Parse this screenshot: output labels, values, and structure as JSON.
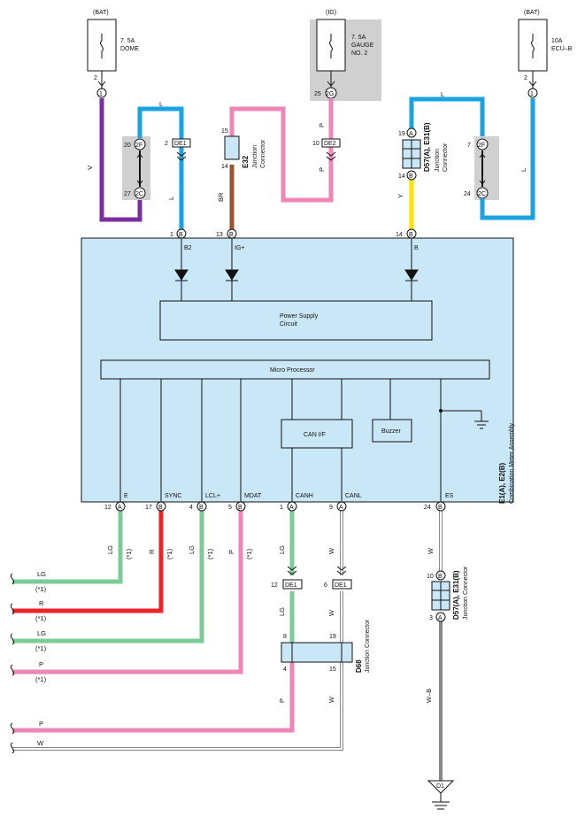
{
  "power": {
    "bat1": {
      "source": "(BAT)",
      "fuse": [
        "7. 5A",
        "DOME"
      ],
      "pin": "2",
      "term": "1"
    },
    "ig": {
      "source": "(IG)",
      "fuse": [
        "7. 5A",
        "GAUGE",
        "NO. 2"
      ],
      "pin": "25",
      "term": "2G"
    },
    "bat2": {
      "source": "(BAT)",
      "fuse": [
        "10A",
        "ECU–B"
      ],
      "pin": "2",
      "term": "1"
    }
  },
  "wire_colors": {
    "V": "V",
    "L": "L",
    "BR": "BR",
    "P": "P",
    "Y": "Y",
    "LG": "LG",
    "R": "R",
    "W": "W",
    "WB": "W–B"
  },
  "connectors": {
    "left_pair": {
      "top_pin": "20",
      "top_term": "2F",
      "bottom_pin": "27",
      "bottom_term": "2C"
    },
    "de1_top": {
      "pin": "2",
      "label": "DE1"
    },
    "e32": {
      "id": "E32",
      "sub": [
        "Junction",
        "Connector"
      ],
      "pin_top": "15",
      "pin_bottom": "14"
    },
    "de2": {
      "pin": "10",
      "label": "DE2"
    },
    "d57_top": {
      "id": "D57(A), E31(B)",
      "sub": [
        "Junction",
        "Connector"
      ],
      "pin_top": "19",
      "term_top": "A",
      "pin_bottom": "14",
      "term_bottom": "B"
    },
    "right_pair": {
      "top_pin": "7",
      "top_term": "2F",
      "bottom_pin": "24",
      "bottom_term": "2C"
    },
    "de1_canh": {
      "pin": "12",
      "label": "DE1"
    },
    "de1_canl": {
      "pin": "6",
      "label": "DE1"
    },
    "d68": {
      "id": "D68",
      "sub": "Junction Connector",
      "pins": [
        "8",
        "19",
        "4",
        "15"
      ]
    },
    "d57_bottom": {
      "id": "D57(A), E31(B)",
      "sub": "Junction Connector",
      "pin_top": "10",
      "term_top": "B",
      "pin_bottom": "3",
      "term_bottom": "A"
    },
    "ground": {
      "label": "D1"
    }
  },
  "meter": {
    "title": "E1(A), E2(B)",
    "subtitle": "Combination Meter Assembly",
    "top_pins": [
      {
        "num": "1",
        "term": "B",
        "label": "B2"
      },
      {
        "num": "13",
        "term": "B",
        "label": "IG+"
      },
      {
        "num": "14",
        "term": "B",
        "label": "B"
      }
    ],
    "power_supply": [
      "Power Supply",
      "Circuit"
    ],
    "micro": "Micro Processor",
    "can_if": "CAN I/F",
    "buzzer": "Buzzer",
    "bottom_pins": [
      {
        "num": "12",
        "term": "A",
        "label": "E"
      },
      {
        "num": "17",
        "term": "B",
        "label": "SYNC"
      },
      {
        "num": "4",
        "term": "B",
        "label": "LCL+"
      },
      {
        "num": "5",
        "term": "B",
        "label": "MDAT"
      },
      {
        "num": "1",
        "term": "A",
        "label": "CANH"
      },
      {
        "num": "9",
        "term": "A",
        "label": "CANL"
      },
      {
        "num": "24",
        "term": "B",
        "label": "ES"
      }
    ]
  },
  "left_leads": [
    {
      "color": "LG",
      "note": "(*1)"
    },
    {
      "color": "R",
      "note": "(*1)"
    },
    {
      "color": "LG",
      "note": "(*1)"
    },
    {
      "color": "P",
      "note": "(*1)"
    },
    {
      "color": "P",
      "note": ""
    },
    {
      "color": "W",
      "note": ""
    }
  ],
  "vertical_notes": {
    "v1": "(*1)",
    "v2": "(*1)",
    "v3": "(*1)",
    "v4": "(*1)"
  }
}
